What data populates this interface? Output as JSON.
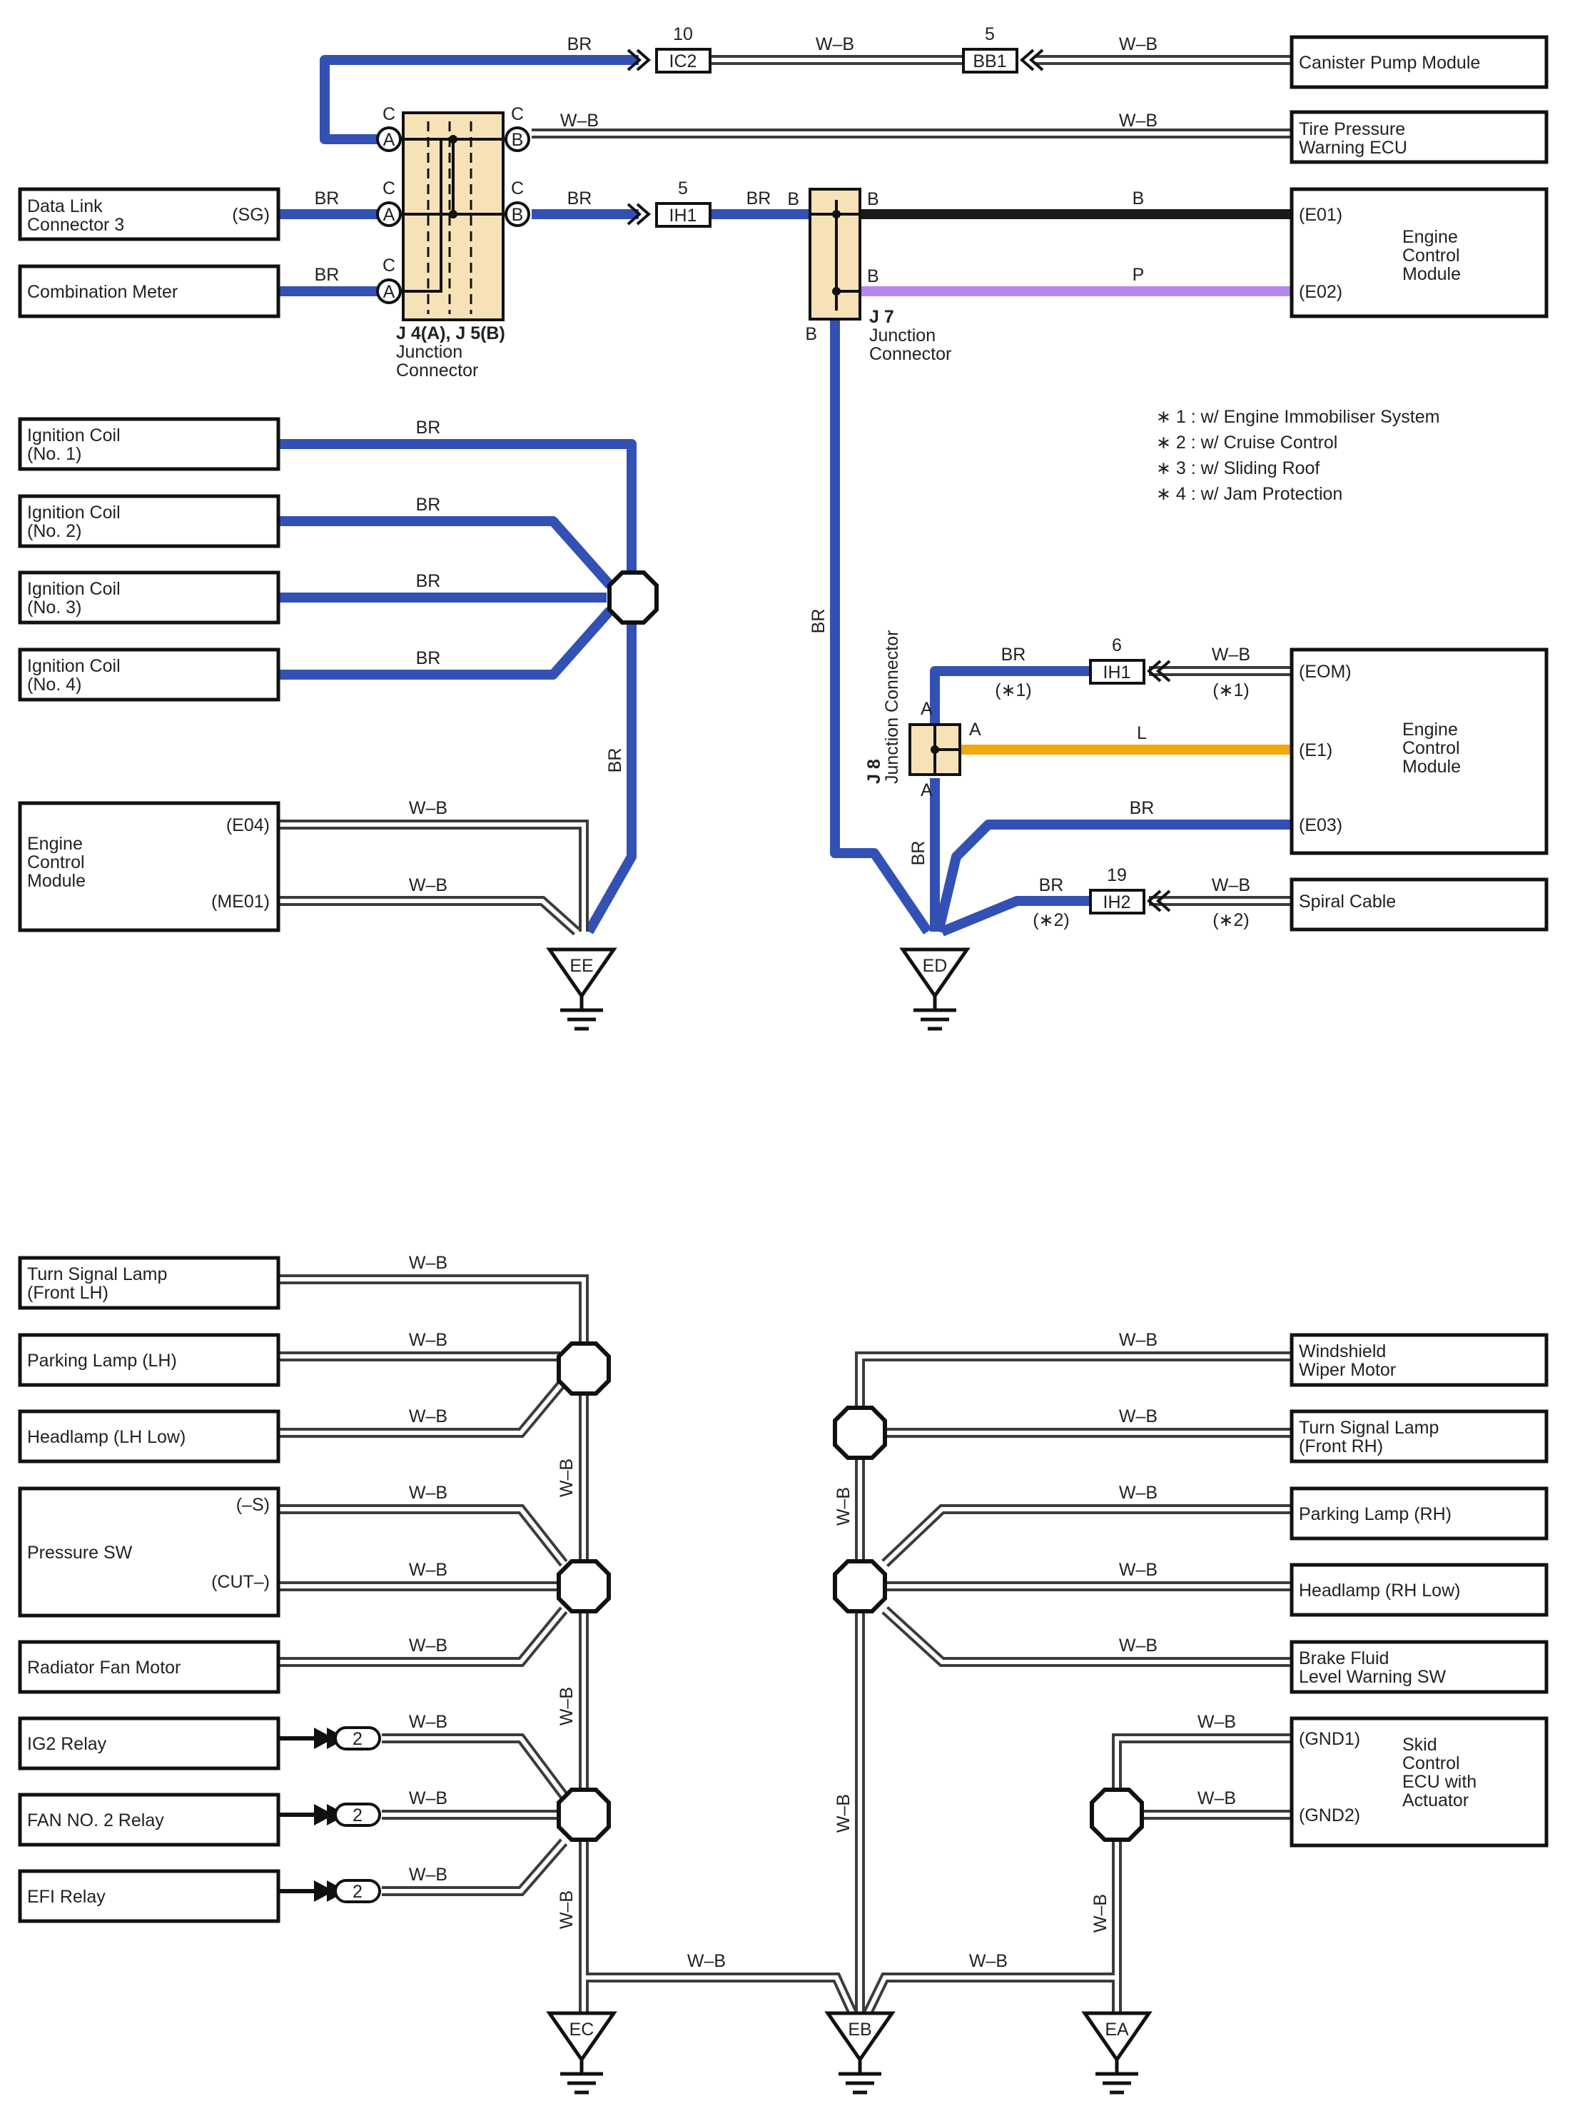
{
  "colors": {
    "BR": "#3351b5",
    "WB_outer": "#3c3c3c",
    "WB_inner": "#ffffff",
    "B": "#1a1a1a",
    "P": "#b688ee",
    "L": "#f0a90a",
    "junction_fill": "#f7e2b8"
  },
  "components": {
    "canister_pump": [
      "Canister Pump Module"
    ],
    "tire_pressure": [
      "Tire Pressure",
      "Warning ECU"
    ],
    "dlc3": [
      "Data Link",
      "Connector 3"
    ],
    "dlc3_pin": "(SG)",
    "combination_meter": [
      "Combination Meter"
    ],
    "ecm_top": [
      "Engine",
      "Control",
      "Module"
    ],
    "ecm_top_pins": [
      "(E01)",
      "(E02)"
    ],
    "ign1": [
      "Ignition Coil",
      "(No. 1)"
    ],
    "ign2": [
      "Ignition Coil",
      "(No. 2)"
    ],
    "ign3": [
      "Ignition Coil",
      "(No. 3)"
    ],
    "ign4": [
      "Ignition Coil",
      "(No. 4)"
    ],
    "ecm_left": [
      "Engine",
      "Control",
      "Module"
    ],
    "ecm_left_pins": [
      "(E04)",
      "(ME01)"
    ],
    "ecm_mid": [
      "Engine",
      "Control",
      "Module"
    ],
    "ecm_mid_pins": [
      "(EOM)",
      "(E1)",
      "(E03)"
    ],
    "spiral_cable": [
      "Spiral Cable"
    ],
    "turn_lh": [
      "Turn Signal Lamp",
      "(Front LH)"
    ],
    "park_lh": [
      "Parking Lamp (LH)"
    ],
    "head_lh": [
      "Headlamp (LH Low)"
    ],
    "pressure_sw": [
      "Pressure SW"
    ],
    "pressure_sw_pins": [
      "(–S)",
      "(CUT–)"
    ],
    "radiator_fan": [
      "Radiator Fan Motor"
    ],
    "ig2_relay": [
      "IG2 Relay"
    ],
    "fan2_relay": [
      "FAN NO. 2 Relay"
    ],
    "efi_relay": [
      "EFI Relay"
    ],
    "wiper": [
      "Windshield",
      "Wiper Motor"
    ],
    "turn_rh": [
      "Turn Signal Lamp",
      "(Front RH)"
    ],
    "park_rh": [
      "Parking Lamp (RH)"
    ],
    "head_rh": [
      "Headlamp (RH Low)"
    ],
    "brake_fluid": [
      "Brake Fluid",
      "Level Warning SW"
    ],
    "skid": [
      "Skid",
      "Control",
      "ECU with",
      "Actuator"
    ],
    "skid_pins": [
      "(GND1)",
      "(GND2)"
    ]
  },
  "junctions": {
    "j45_label": [
      "J 4(A), J 5(B)",
      "Junction",
      "Connector"
    ],
    "j7_label": [
      "J 7",
      "Junction",
      "Connector"
    ],
    "j8_label": [
      "J 8",
      "Junction Connector"
    ],
    "pin_A": "A",
    "pin_B": "B",
    "pin_C": "C"
  },
  "connectors": {
    "ic2": {
      "label": "IC2",
      "num": "10"
    },
    "bb1": {
      "label": "BB1",
      "num": "5"
    },
    "ih1": {
      "label": "IH1",
      "num": "5"
    },
    "ih1b": {
      "label": "IH1",
      "num": "6"
    },
    "ih2": {
      "label": "IH2",
      "num": "19"
    },
    "relay_pin": "2"
  },
  "grounds": {
    "ee": "EE",
    "ed": "ED",
    "ec": "EC",
    "eb": "EB",
    "ea": "EA"
  },
  "wire_codes": {
    "br": "BR",
    "wb": "W–B",
    "b": "B",
    "p": "P",
    "l": "L"
  },
  "options": {
    "m1": "(∗1)",
    "m2": "(∗2)"
  },
  "notes": [
    "∗ 1 : w/ Engine Immobiliser System",
    "∗ 2 : w/ Cruise Control",
    "∗ 3 : w/ Sliding Roof",
    "∗ 4 : w/ Jam Protection"
  ]
}
